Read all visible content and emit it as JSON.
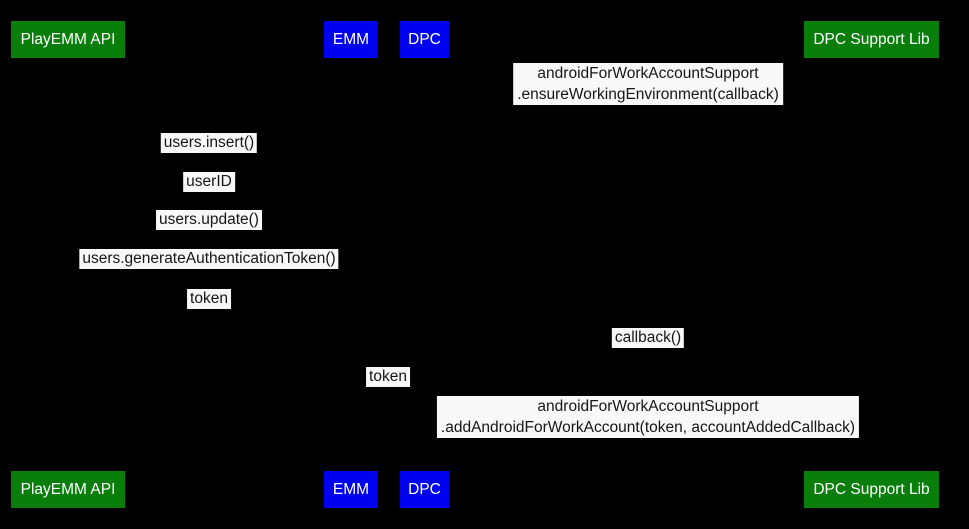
{
  "colors": {
    "background": "#000000",
    "actor_green": "#0a7e0a",
    "actor_blue": "#0000f0",
    "actor_text": "#ffffff",
    "label_bg": "#f8f8f8",
    "label_text": "#161616"
  },
  "actors": {
    "playemm": {
      "label": "PlayEMM API"
    },
    "emm": {
      "label": "EMM"
    },
    "dpc": {
      "label": "DPC"
    },
    "dpc_support": {
      "label": "DPC Support Lib"
    }
  },
  "messages": {
    "ensure_env": {
      "line1": "androidForWorkAccountSupport",
      "line2": ".ensureWorkingEnvironment(callback)"
    },
    "users_insert": {
      "text": "users.insert()"
    },
    "user_id": {
      "text": "userID"
    },
    "users_update": {
      "text": "users.update()"
    },
    "generate_token": {
      "text": "users.generateAuthenticationToken()"
    },
    "token_return": {
      "text": "token"
    },
    "callback": {
      "text": "callback()"
    },
    "token_forward": {
      "text": "token"
    },
    "add_account": {
      "line1": "androidForWorkAccountSupport",
      "line2": ".addAndroidForWorkAccount(token, accountAddedCallback)"
    }
  }
}
